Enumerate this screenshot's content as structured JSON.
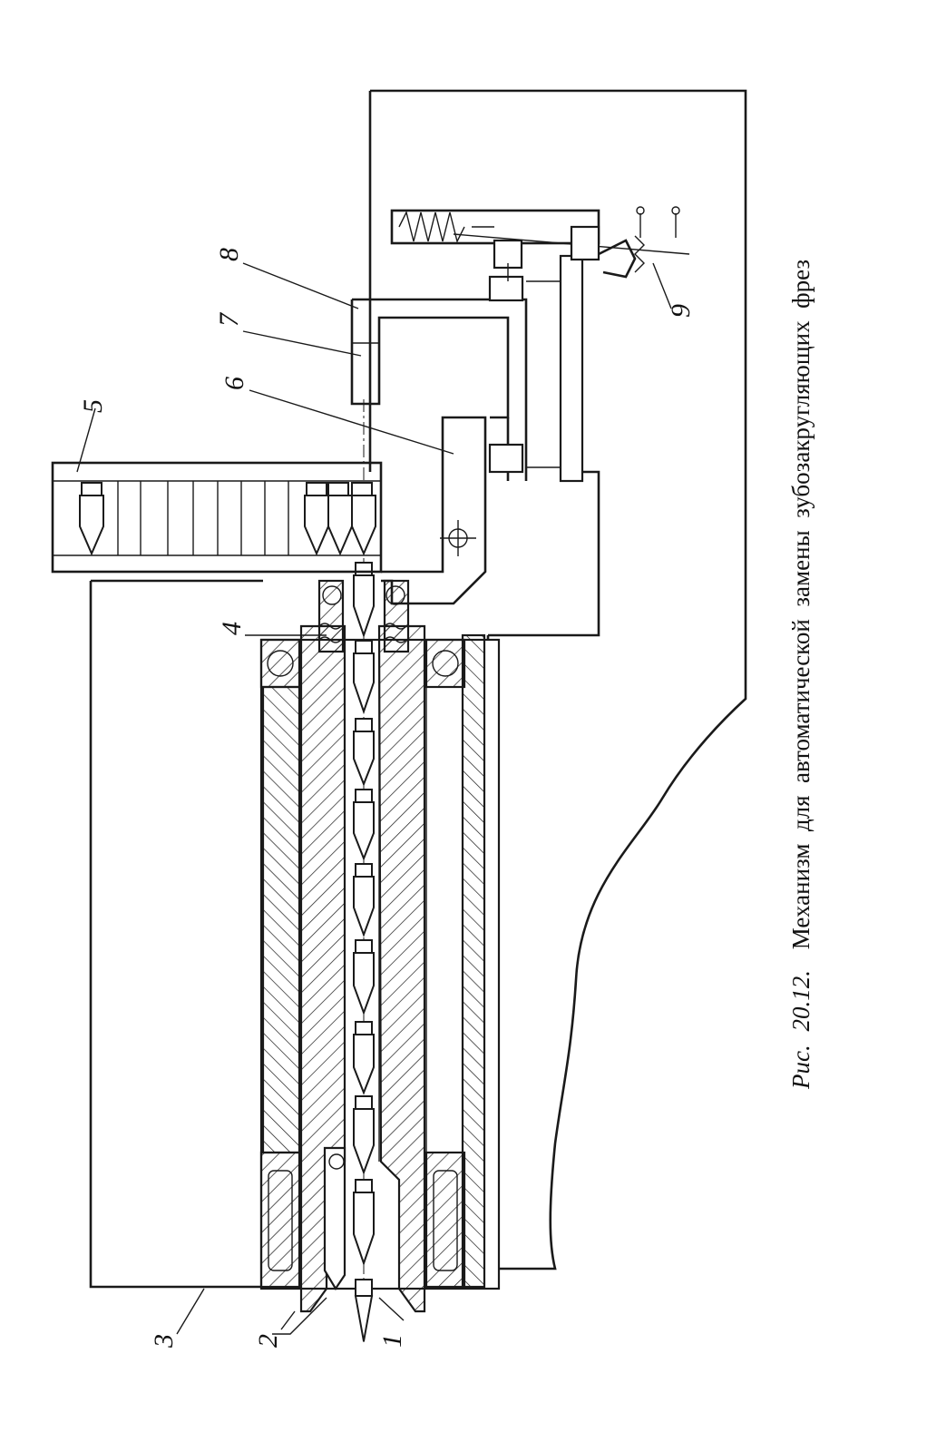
{
  "figure": {
    "caption_prefix": "Рис.",
    "caption_number": "20.12.",
    "caption_text": "Механизм  для  автоматической  замены  зубозакругляющих  фрез"
  },
  "labels": [
    "1",
    "2",
    "3",
    "4",
    "5",
    "6",
    "7",
    "8",
    "9"
  ]
}
